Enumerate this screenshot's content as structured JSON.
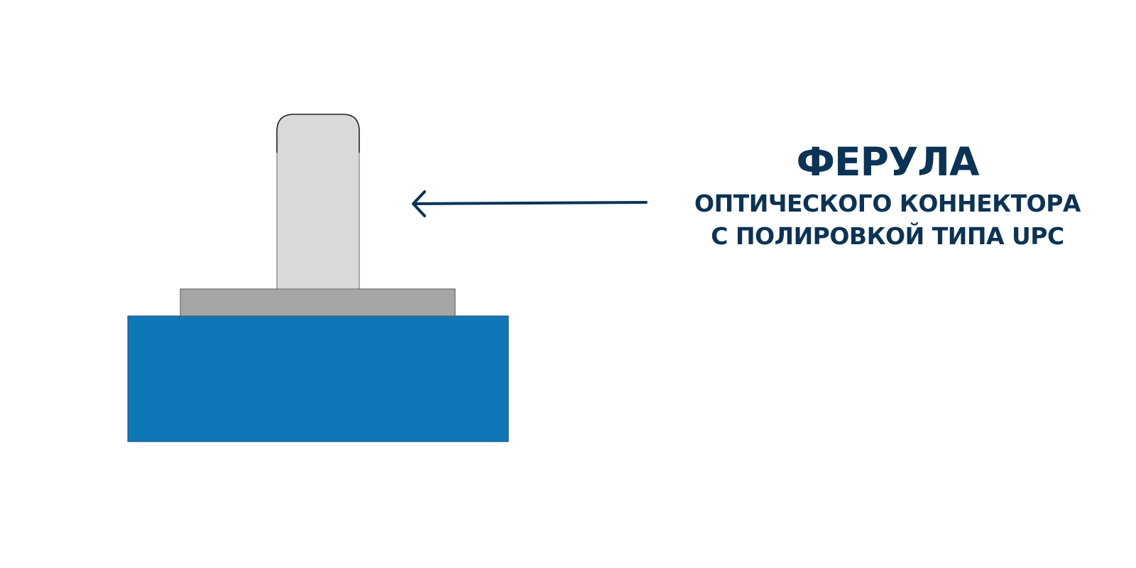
{
  "label": {
    "title": "ФЕРУЛА",
    "line1": "ОПТИЧЕСКОГО КОННЕКТОРА",
    "line2": "С ПОЛИРОВКОЙ ТИПА UPC"
  },
  "colors": {
    "text": "#0b3355",
    "arrow": "#0b3355",
    "ferrule": "#d9d9d9",
    "plate": "#a6a6a6",
    "base": "#0e77b8",
    "outline": "#555555"
  },
  "icons": {
    "pointer": "arrow-left-icon"
  }
}
